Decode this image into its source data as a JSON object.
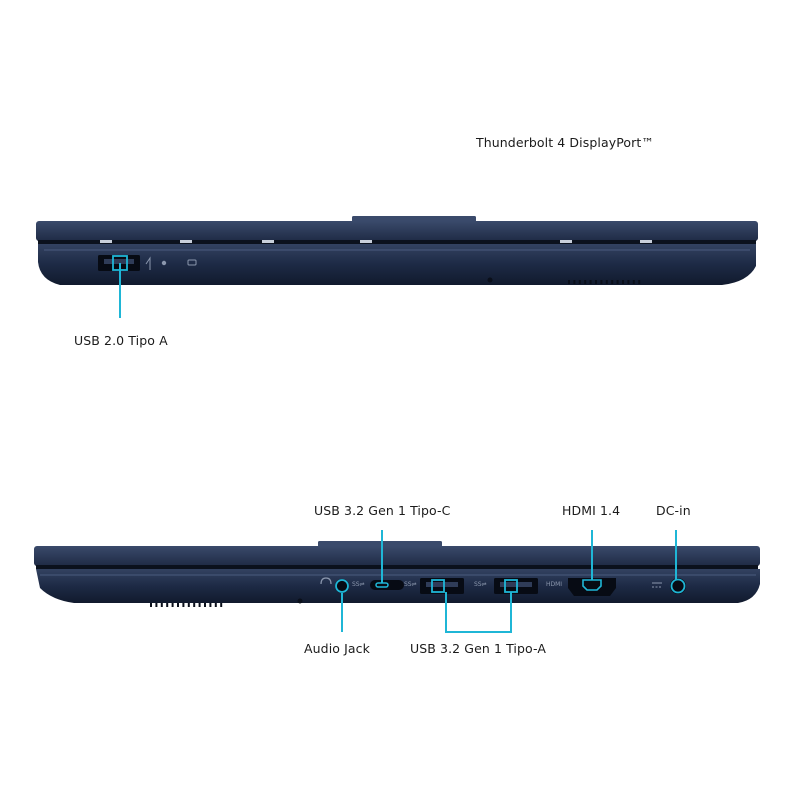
{
  "labels": {
    "thunderbolt": "Thunderbolt 4 DisplayPort™",
    "usb20": "USB 2.0 Tipo A",
    "usbc": "USB 3.2 Gen 1 Tipo-C",
    "hdmi": "HDMI 1.4",
    "dcin": "DC-in",
    "audio": "Audio Jack",
    "usba": "USB 3.2 Gen 1 Tipo-A"
  },
  "port_marks": {
    "hdmi_mark": "HDMI"
  },
  "colors": {
    "body": "#1d2a45",
    "body_dark": "#111a2d",
    "lid": "#2a3957",
    "highlight": "#4a5b7e",
    "callout": "#1fb6d6",
    "port": "#070b14"
  },
  "icons": [
    "usb-icon",
    "audio-jack-icon",
    "usb-ss-icon",
    "dc-in-icon",
    "battery-led-icon",
    "power-led-icon"
  ]
}
